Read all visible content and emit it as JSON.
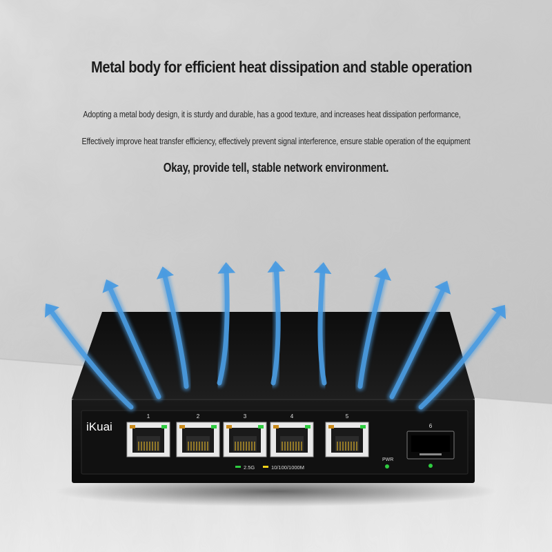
{
  "headline": "Metal body for efficient heat dissipation and stable operation",
  "description": [
    "Adopting a metal body design, it is sturdy and durable, has a good texture, and increases heat dissipation performance,",
    "Effectively improve heat transfer efficiency, effectively prevent signal interference, ensure stable operation of the equipment",
    "Okay, provide tell, stable network environment."
  ],
  "device": {
    "brand": "iKuai",
    "ports": [
      {
        "label": "1",
        "type": "rj45"
      },
      {
        "label": "2",
        "type": "rj45"
      },
      {
        "label": "3",
        "type": "rj45"
      },
      {
        "label": "4",
        "type": "rj45"
      },
      {
        "label": "5",
        "type": "rj45"
      },
      {
        "label": "6",
        "type": "sfp"
      }
    ],
    "legend_fast": "2.5G",
    "legend_slow": "10/100/1000M",
    "power_label": "PWR",
    "colors": {
      "body": "#151515",
      "led_green": "#2ecc40",
      "led_yellow": "#f2d21a",
      "airflow_arrow": "#4a9be0"
    }
  },
  "icons": [
    "heat-flow-arrow-icon"
  ]
}
